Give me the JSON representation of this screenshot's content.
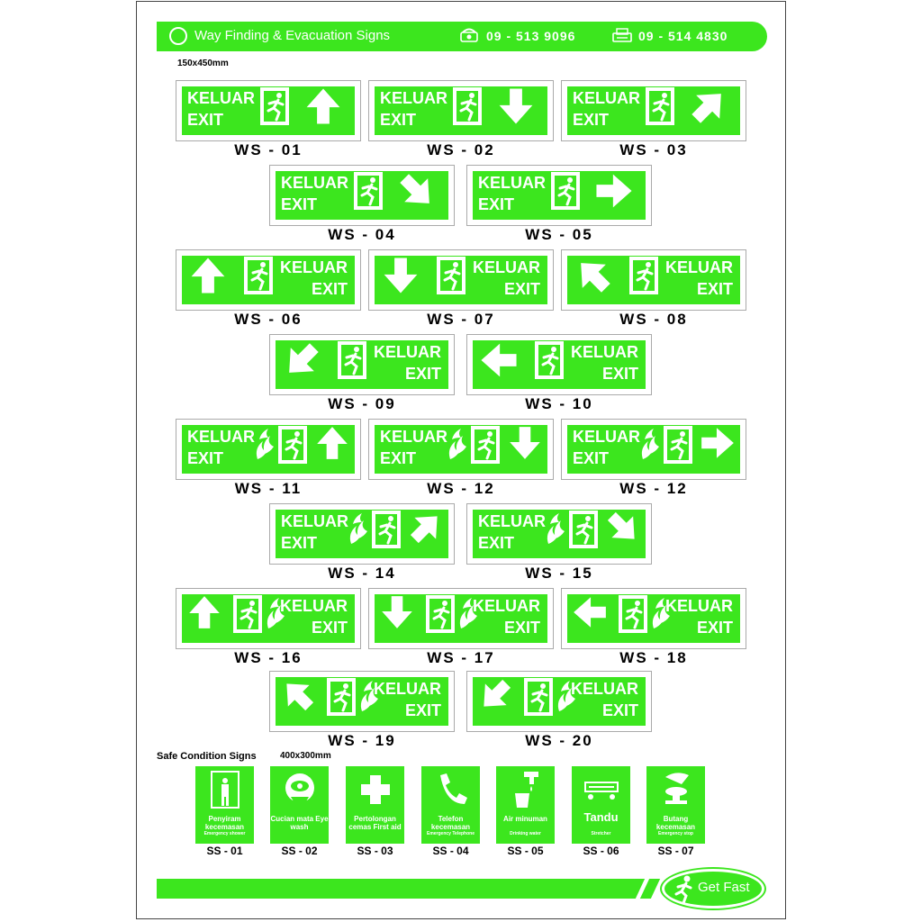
{
  "header": {
    "title": "Way Finding & Evacuation Signs",
    "phone1": "09 - 513 9096",
    "phone2": "09 - 514 4830",
    "icon1": "phone-icon",
    "icon2": "fax-icon"
  },
  "size_label": "150x450mm",
  "sign_text": {
    "line1": "KELUAR",
    "line2": "EXIT"
  },
  "signs": [
    {
      "code": "WS - 01",
      "arrow": "up"
    },
    {
      "code": "WS - 02",
      "arrow": "down"
    },
    {
      "code": "WS - 03",
      "arrow": "up-right"
    },
    {
      "code": "WS - 04",
      "arrow": "down-right"
    },
    {
      "code": "WS - 05",
      "arrow": "right"
    },
    {
      "code": "WS - 06",
      "arrow": "up"
    },
    {
      "code": "WS - 07",
      "arrow": "down"
    },
    {
      "code": "WS - 08",
      "arrow": "up-left"
    },
    {
      "code": "WS - 09",
      "arrow": "down-left"
    },
    {
      "code": "WS - 10",
      "arrow": "left"
    },
    {
      "code": "WS - 11",
      "arrow": "up"
    },
    {
      "code": "WS - 12",
      "arrow": "down"
    },
    {
      "code": "WS - 12",
      "arrow": "right"
    },
    {
      "code": "WS - 14",
      "arrow": "up-right"
    },
    {
      "code": "WS - 15",
      "arrow": "down-right"
    },
    {
      "code": "WS - 16",
      "arrow": "up"
    },
    {
      "code": "WS - 17",
      "arrow": "down"
    },
    {
      "code": "WS - 18",
      "arrow": "left"
    },
    {
      "code": "WS - 19",
      "arrow": "up-left"
    },
    {
      "code": "WS - 20",
      "arrow": "down-left"
    }
  ],
  "safe": {
    "title": "Safe Condition Signs",
    "size": "400x300mm",
    "items": [
      {
        "code": "SS - 01",
        "line1": "Penyiram kecemasan",
        "line2": "Emergency shower",
        "icon": "shower-icon"
      },
      {
        "code": "SS - 02",
        "line1": "Cucian mata Eye wash",
        "line2": "",
        "icon": "eye-wash-icon"
      },
      {
        "code": "SS - 03",
        "line1": "Pertolongan cemas First aid",
        "line2": "",
        "icon": "first-aid-cross-icon"
      },
      {
        "code": "SS - 04",
        "line1": "Telefon kecemasan",
        "line2": "Emergency Telephone",
        "icon": "telephone-icon"
      },
      {
        "code": "SS - 05",
        "line1": "Air minuman",
        "line2": "Drinking water",
        "icon": "drinking-water-icon"
      },
      {
        "code": "SS - 06",
        "line1": "Tandu",
        "line2": "Stretcher",
        "icon": "stretcher-icon"
      },
      {
        "code": "SS - 07",
        "line1": "Butang kecemasan",
        "line2": "Emergency stop",
        "icon": "emergency-button-icon"
      }
    ]
  },
  "footer": {
    "brand": "Get Fast",
    "icon": "runner-icon"
  },
  "colors": {
    "green": "#3ce61e",
    "white": "#ffffff",
    "text": "#000000"
  }
}
